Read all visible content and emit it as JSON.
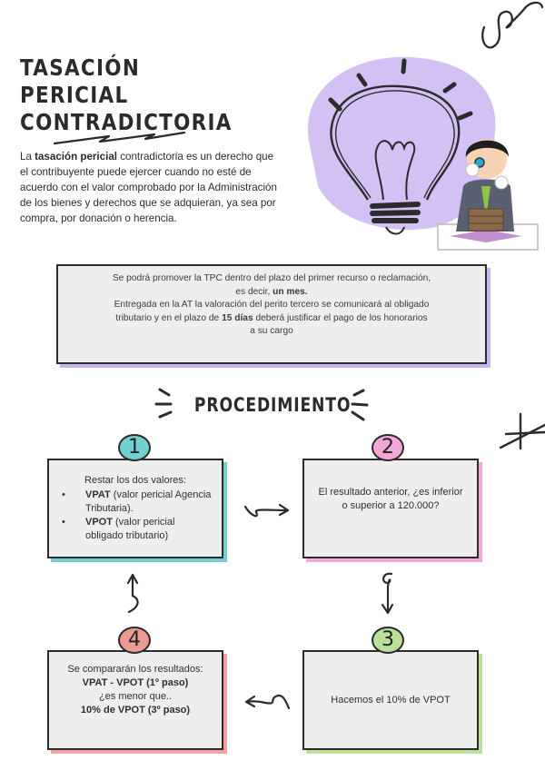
{
  "header": {
    "title_line1": "TASACIÓN PERICIAL",
    "title_line2": "CONTRADICTORIA"
  },
  "intro": {
    "prefix": "La ",
    "bold": "tasación pericial",
    "rest": " contradictoria es un derecho que el contribuyente puede ejercer cuando no esté de acuerdo con el valor comprobado por la Administración de los bienes y derechos que se adquieran, ya sea por compra, por donación o herencia."
  },
  "note": {
    "line1": "Se podrá promover la TPC dentro del plazo del primer recurso o reclamación,",
    "line2_prefix": "es decir, ",
    "line2_bold": "un mes.",
    "line3": "Entregada en la AT la valoración del perito tercero se comunicará al obligado",
    "line4_prefix": "tributario y en el plazo de ",
    "line4_bold": "15 días",
    "line4_suffix": " deberá justificar el pago de los honorarios",
    "line5": "a su cargo"
  },
  "procedure": {
    "title": "PROCEDIMIENTO",
    "steps": [
      {
        "number": "1",
        "color": "#72d1d0",
        "lead": "Restar los dos valores:",
        "bullets": [
          {
            "bold": "VPAT",
            "text": " (valor pericial Agencia Tributaria)."
          },
          {
            "bold": "VPOT",
            "text": " (valor pericial obligado tributario)"
          }
        ]
      },
      {
        "number": "2",
        "color": "#f3a7d8",
        "text": "El resultado anterior, ¿es inferior o superior a 120.000?"
      },
      {
        "number": "3",
        "color": "#b9e19b",
        "text": "Hacemos el 10% de VPOT"
      },
      {
        "number": "4",
        "color": "#ec9a94",
        "line1": "Se compararán los resultados:",
        "line2": "VPAT - VPOT (1º paso)",
        "line3": "¿es menor que..",
        "line4": "10% de VPOT (3º paso)"
      }
    ]
  },
  "colors": {
    "accent_purple": "#c9b5ef",
    "teal": "#72d1d0",
    "pink": "#f3a7d8",
    "green": "#b9e19b",
    "coral": "#ec9a94",
    "box_bg": "#eeeeee",
    "ink": "#2b2b2b"
  },
  "bullet_char": "•"
}
